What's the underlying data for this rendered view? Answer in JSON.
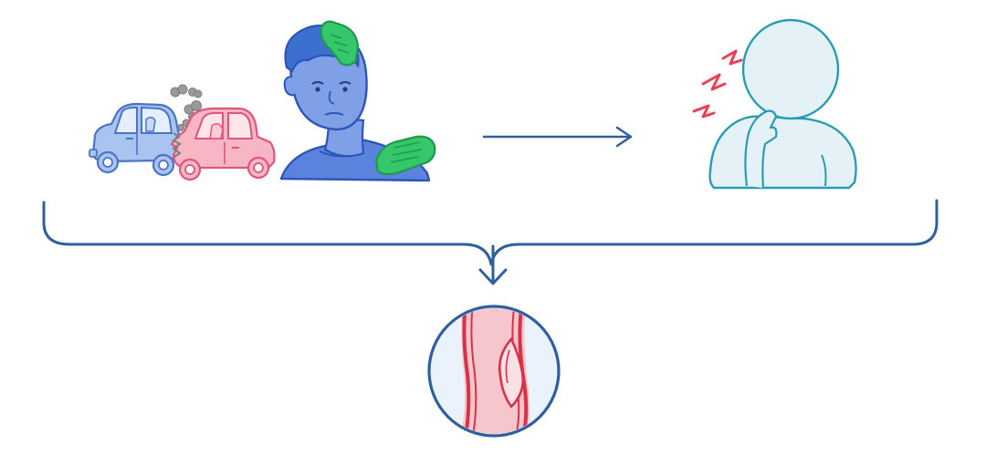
{
  "diagram": {
    "description_nodes": [
      {
        "id": "car-crash",
        "icon": "car-collision-illustration"
      },
      {
        "id": "neck-injury",
        "icon": "whiplash-neck-injury-illustration"
      },
      {
        "id": "neck-pain",
        "icon": "neck-pain-person-illustration"
      },
      {
        "id": "artery-tear",
        "icon": "artery-dissection-magnified-illustration"
      }
    ],
    "colors": {
      "line_blue": "#2f5f9e",
      "car_blue_fill": "#a9c4ef",
      "car_blue_stroke": "#4a74c8",
      "car_pink_fill": "#f6b6c4",
      "car_pink_stroke": "#e0557a",
      "smoke": "#9a9a9a",
      "person_skin": "#7fa0e6",
      "person_stroke": "#2a56b8",
      "glove_green": "#35c76a",
      "glove_green_dark": "#1e9a4c",
      "pain_red": "#ee3f58",
      "outline_teal": "#2a9bb2",
      "silhouette_fill": "#e4f2f8",
      "artery_pink": "#f5c6cc",
      "artery_red": "#d8324a",
      "circle_bg": "#eaf3fb"
    }
  }
}
